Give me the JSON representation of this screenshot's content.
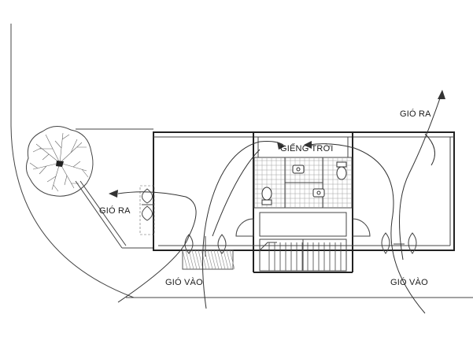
{
  "labels": {
    "skylight": "GIẾNG TRỜI",
    "wind_out_left": "GIÓ RA",
    "wind_out_right": "GIÓ RA",
    "wind_in_left": "GIÓ VÀO",
    "wind_in_right": "GIÓ VÀO"
  },
  "colors": {
    "line": "#444444",
    "tile": "#9a9a9a",
    "background": "#ffffff"
  }
}
